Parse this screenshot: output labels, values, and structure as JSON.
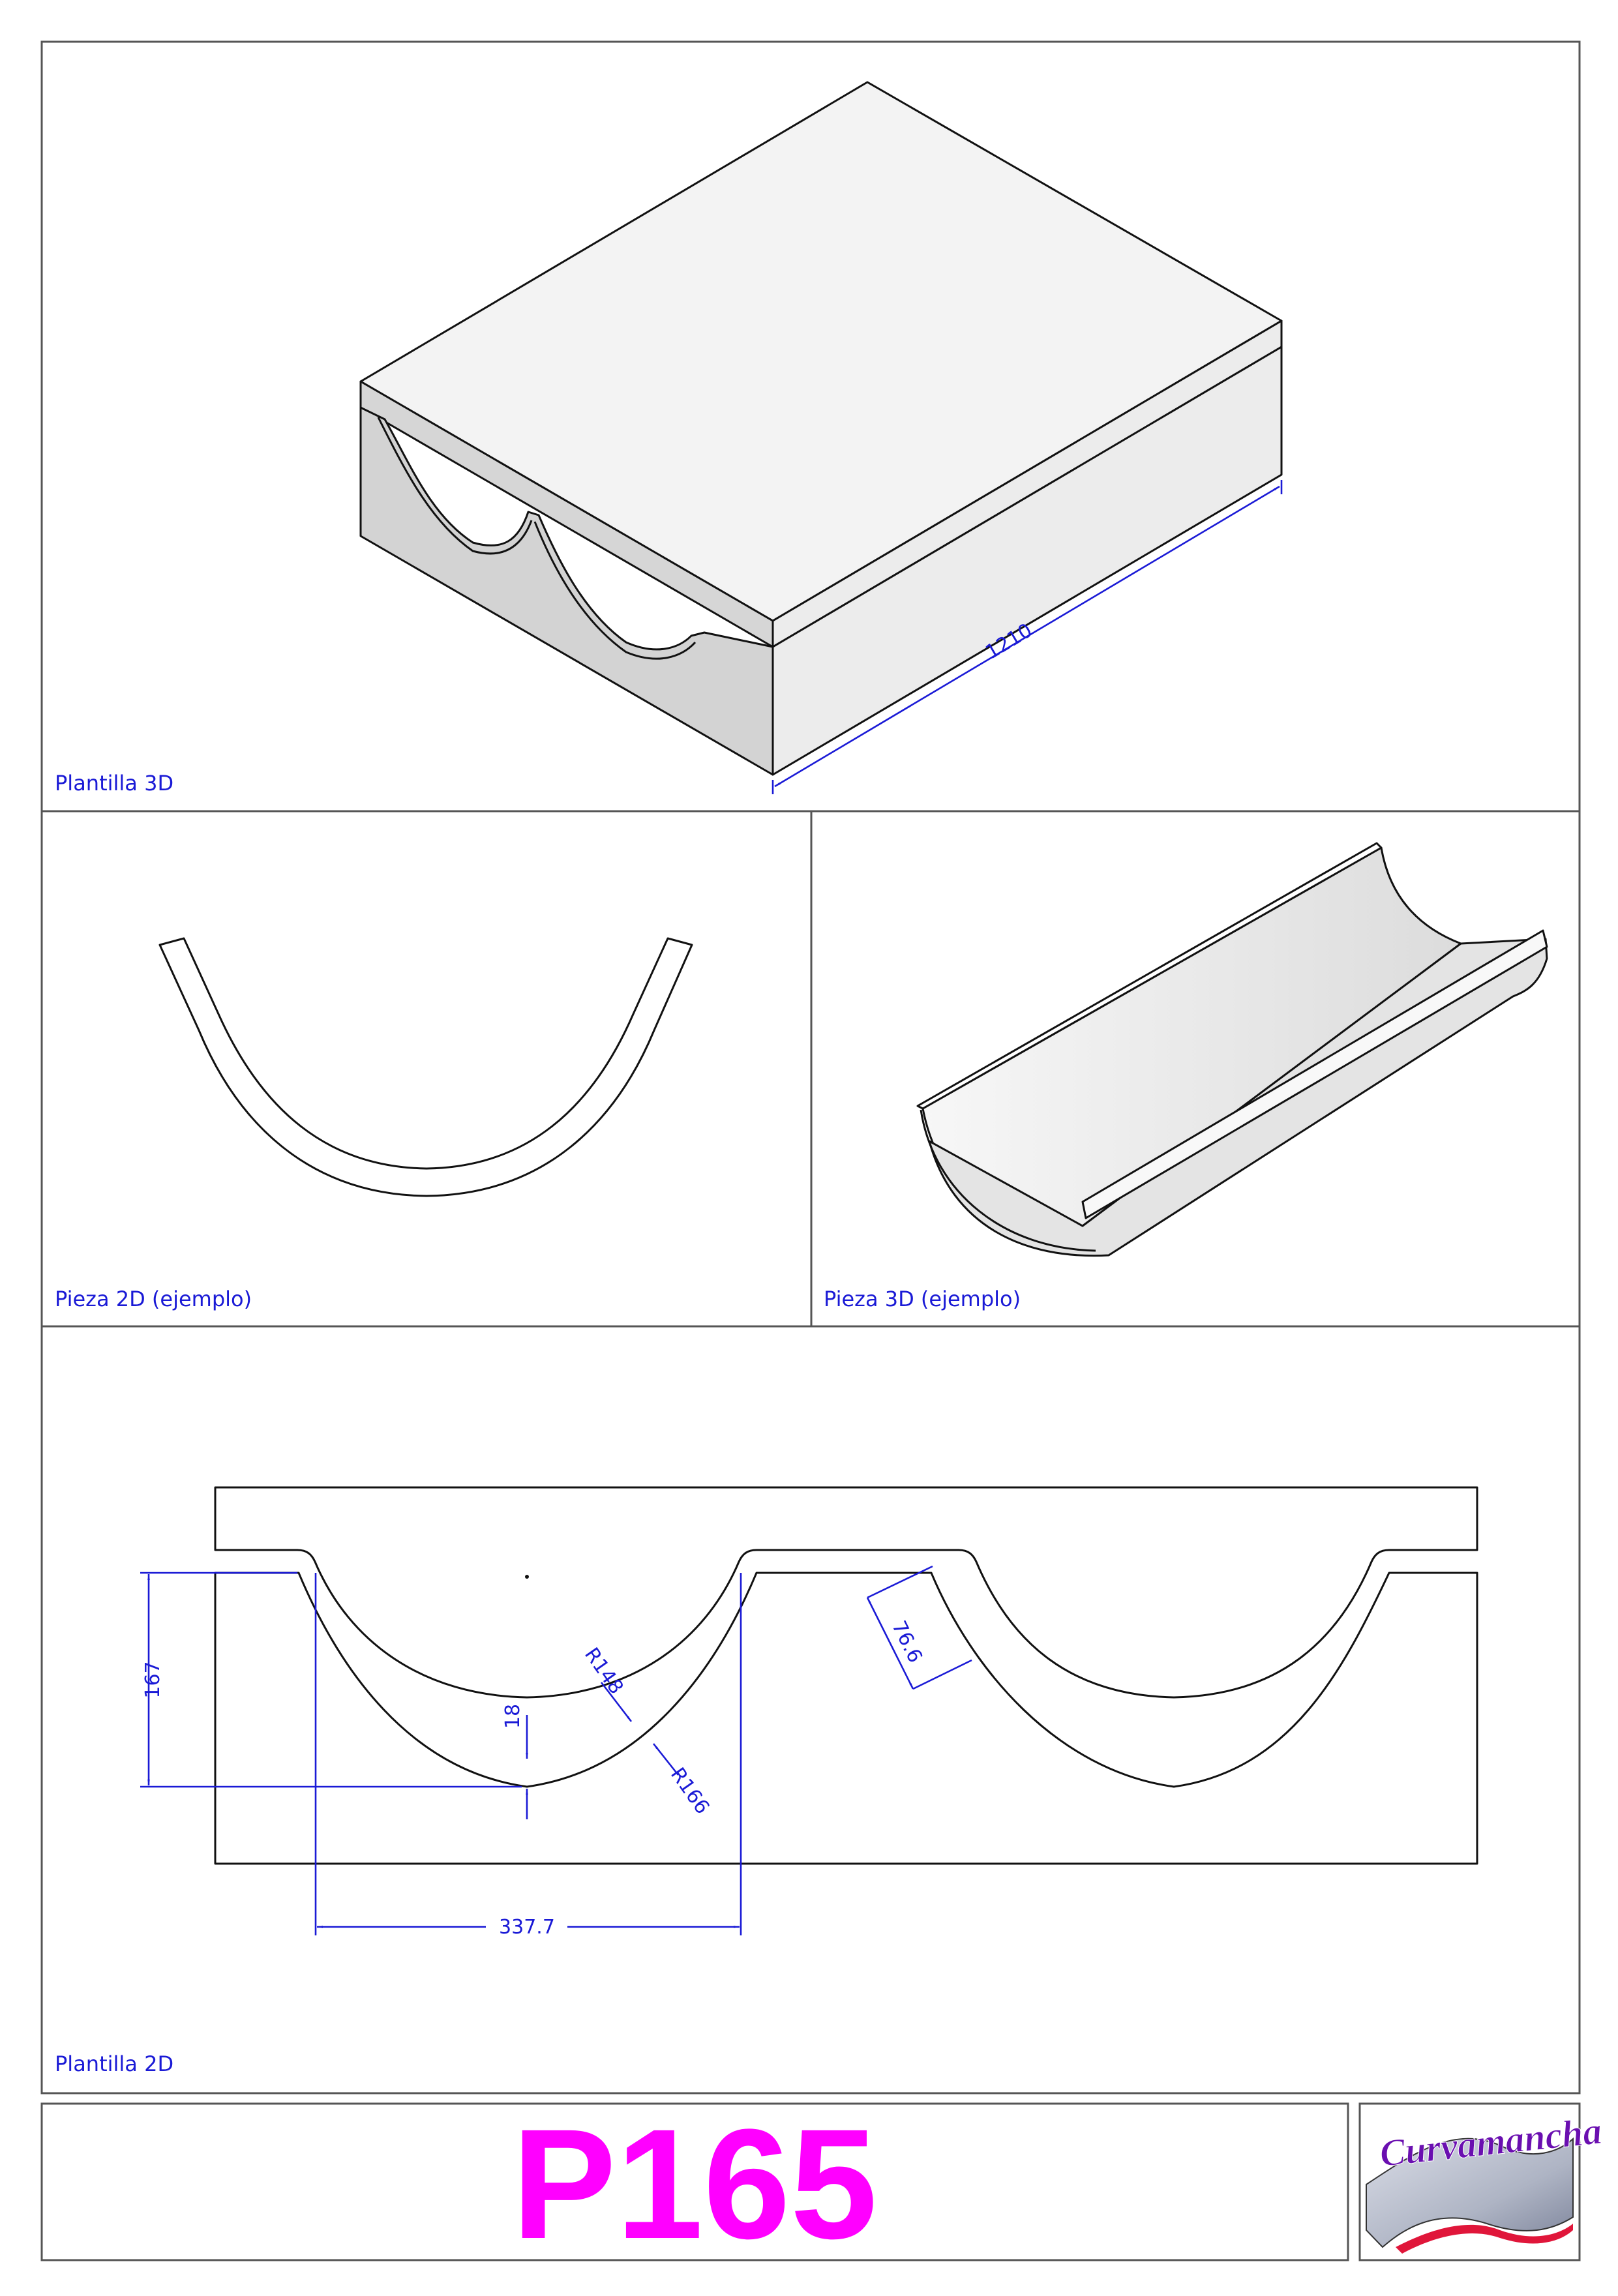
{
  "panels": {
    "template_3d": {
      "caption": "Plantilla 3D",
      "dimension": "1210"
    },
    "piece_2d": {
      "caption": "Pieza 2D (ejemplo)"
    },
    "piece_3d": {
      "caption": "Pieza 3D (ejemplo)"
    },
    "template_2d": {
      "caption": "Plantilla 2D",
      "dimensions": {
        "height": "167",
        "thickness": "18",
        "inner_radius": "R148",
        "outer_radius": "R166",
        "width": "337.7",
        "slope": "76.6"
      }
    }
  },
  "title_block": {
    "code": "P165",
    "logo_text": "Curvamancha"
  },
  "colors": {
    "frame": "#555555",
    "dimension": "#1a1ad6",
    "code": "#ff00ff",
    "logo": "#6a0fb0"
  }
}
